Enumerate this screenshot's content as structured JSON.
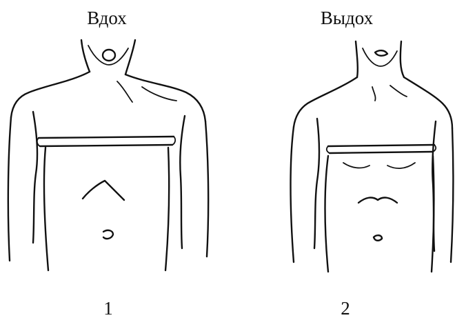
{
  "panels": [
    {
      "caption": "Вдох",
      "number": "1"
    },
    {
      "caption": "Выдох",
      "number": "2"
    }
  ],
  "colors": {
    "ink": "#111111",
    "background": "#ffffff"
  }
}
